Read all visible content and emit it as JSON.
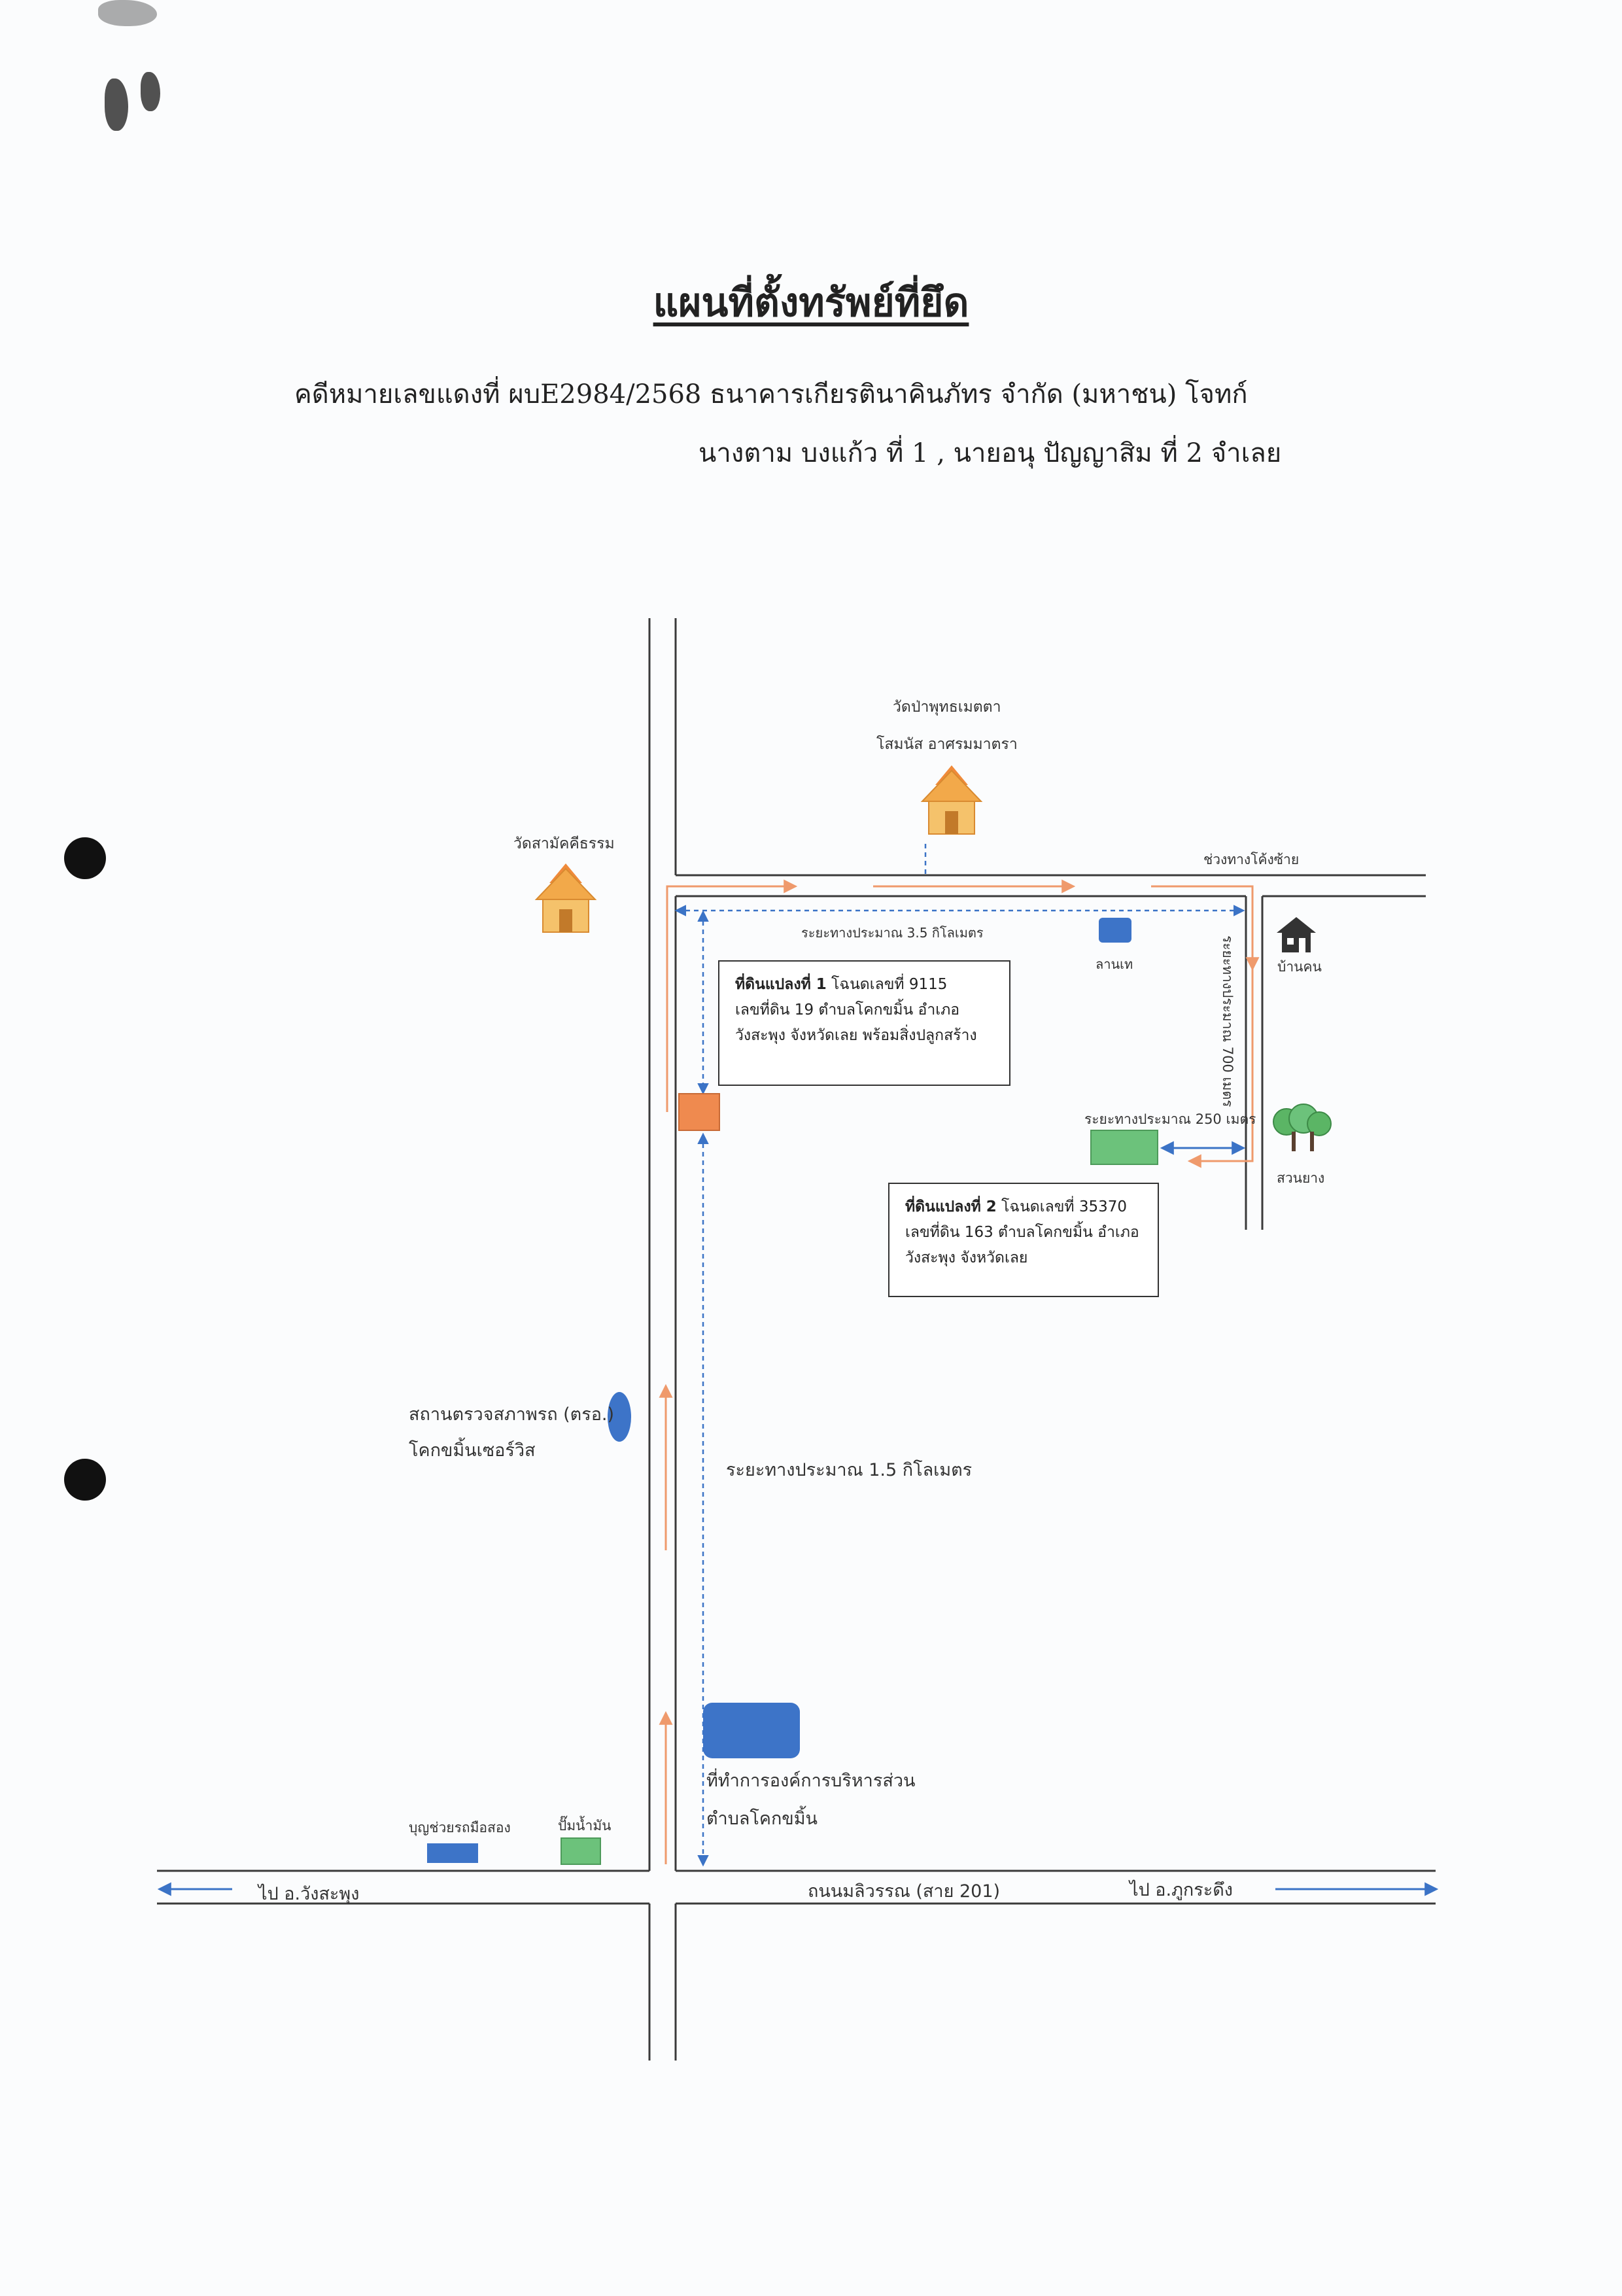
{
  "document": {
    "title": "แผนที่ตั้งทรัพย์ที่ยึด",
    "case_line_1": "คดีหมายเลขแดงที่  ผบE2984/2568   ธนาคารเกียรตินาคินภัทร จำกัด (มหาชน)   โจทก์",
    "case_line_2": "นางตาม บงแก้ว ที่ 1 , นายอนุ ปัญญาสิม ที่ 2  จำเลย"
  },
  "map": {
    "temple_1_line1": "วัดป่าพุทธเมตตา",
    "temple_1_line2": "โสมนัส อาศรมมาตรา",
    "temple_2": "วัดสามัคคีธรรม",
    "curve_left_label": "ช่วงทางโค้งซ้าย",
    "distance_top": "ระยะทางประมาณ 3.5 กิโลเมตร",
    "lan_label": "ลานเท",
    "house_label": "บ้านคน",
    "distance_right_vertical": "ระยะทางประมาณ 700 เมตร",
    "distance_250": "ระยะทางประมาณ 250 เมตร",
    "rubber_label": "สวนยาง",
    "parcel_1": {
      "line1_bold": "ที่ดินแปลงที่  1",
      "line1_rest": "  โฉนดเลขที่  9115",
      "line2": "เลขที่ดิน  19   ตำบลโคกขมิ้น  อำเภอ",
      "line3": "วังสะพุง  จังหวัดเลย  พร้อมสิ่งปลูกสร้าง"
    },
    "parcel_2": {
      "line1_bold": "ที่ดินแปลงที่ 2",
      "line1_rest": "  โฉนดเลขที่ 35370",
      "line2": "เลขที่ดิน 163 ตำบลโคกขมิ้น อำเภอ",
      "line3": "วังสะพุง จังหวัดเลย"
    },
    "inspection_line1": "สถานตรวจสภาพรถ (ตรอ.)",
    "inspection_line2": "โคกขมิ้นเซอร์วิส",
    "distance_bottom": "ระยะทางประมาณ 1.5 กิโลเมตร",
    "sao_line1": "ที่ทำการองค์การบริหารส่วน",
    "sao_line2": "ตำบลโคกขมิ้น",
    "shop_label": "บุญช่วยรถมือสอง",
    "gas_label": "ปั๊มน้ำมัน",
    "to_left": "ไป อ.วังสะพุง",
    "road_name": "ถนนมลิวรรณ (สาย 201)",
    "to_right": "ไป อ.ภูกระดึง"
  },
  "colors": {
    "road": "#3a3a3a",
    "route_orange": "#ef9a6c",
    "distance_blue": "#3b73c6",
    "marker_blue": "#3d74c8",
    "marker_green": "#6cc27b",
    "marker_orange": "#ef8a4f",
    "temple": "#f2a94a",
    "tree": "#5bb565"
  },
  "icons": [
    "temple-icon",
    "house-icon",
    "tree-icon",
    "arrow-icon",
    "punch-hole"
  ]
}
